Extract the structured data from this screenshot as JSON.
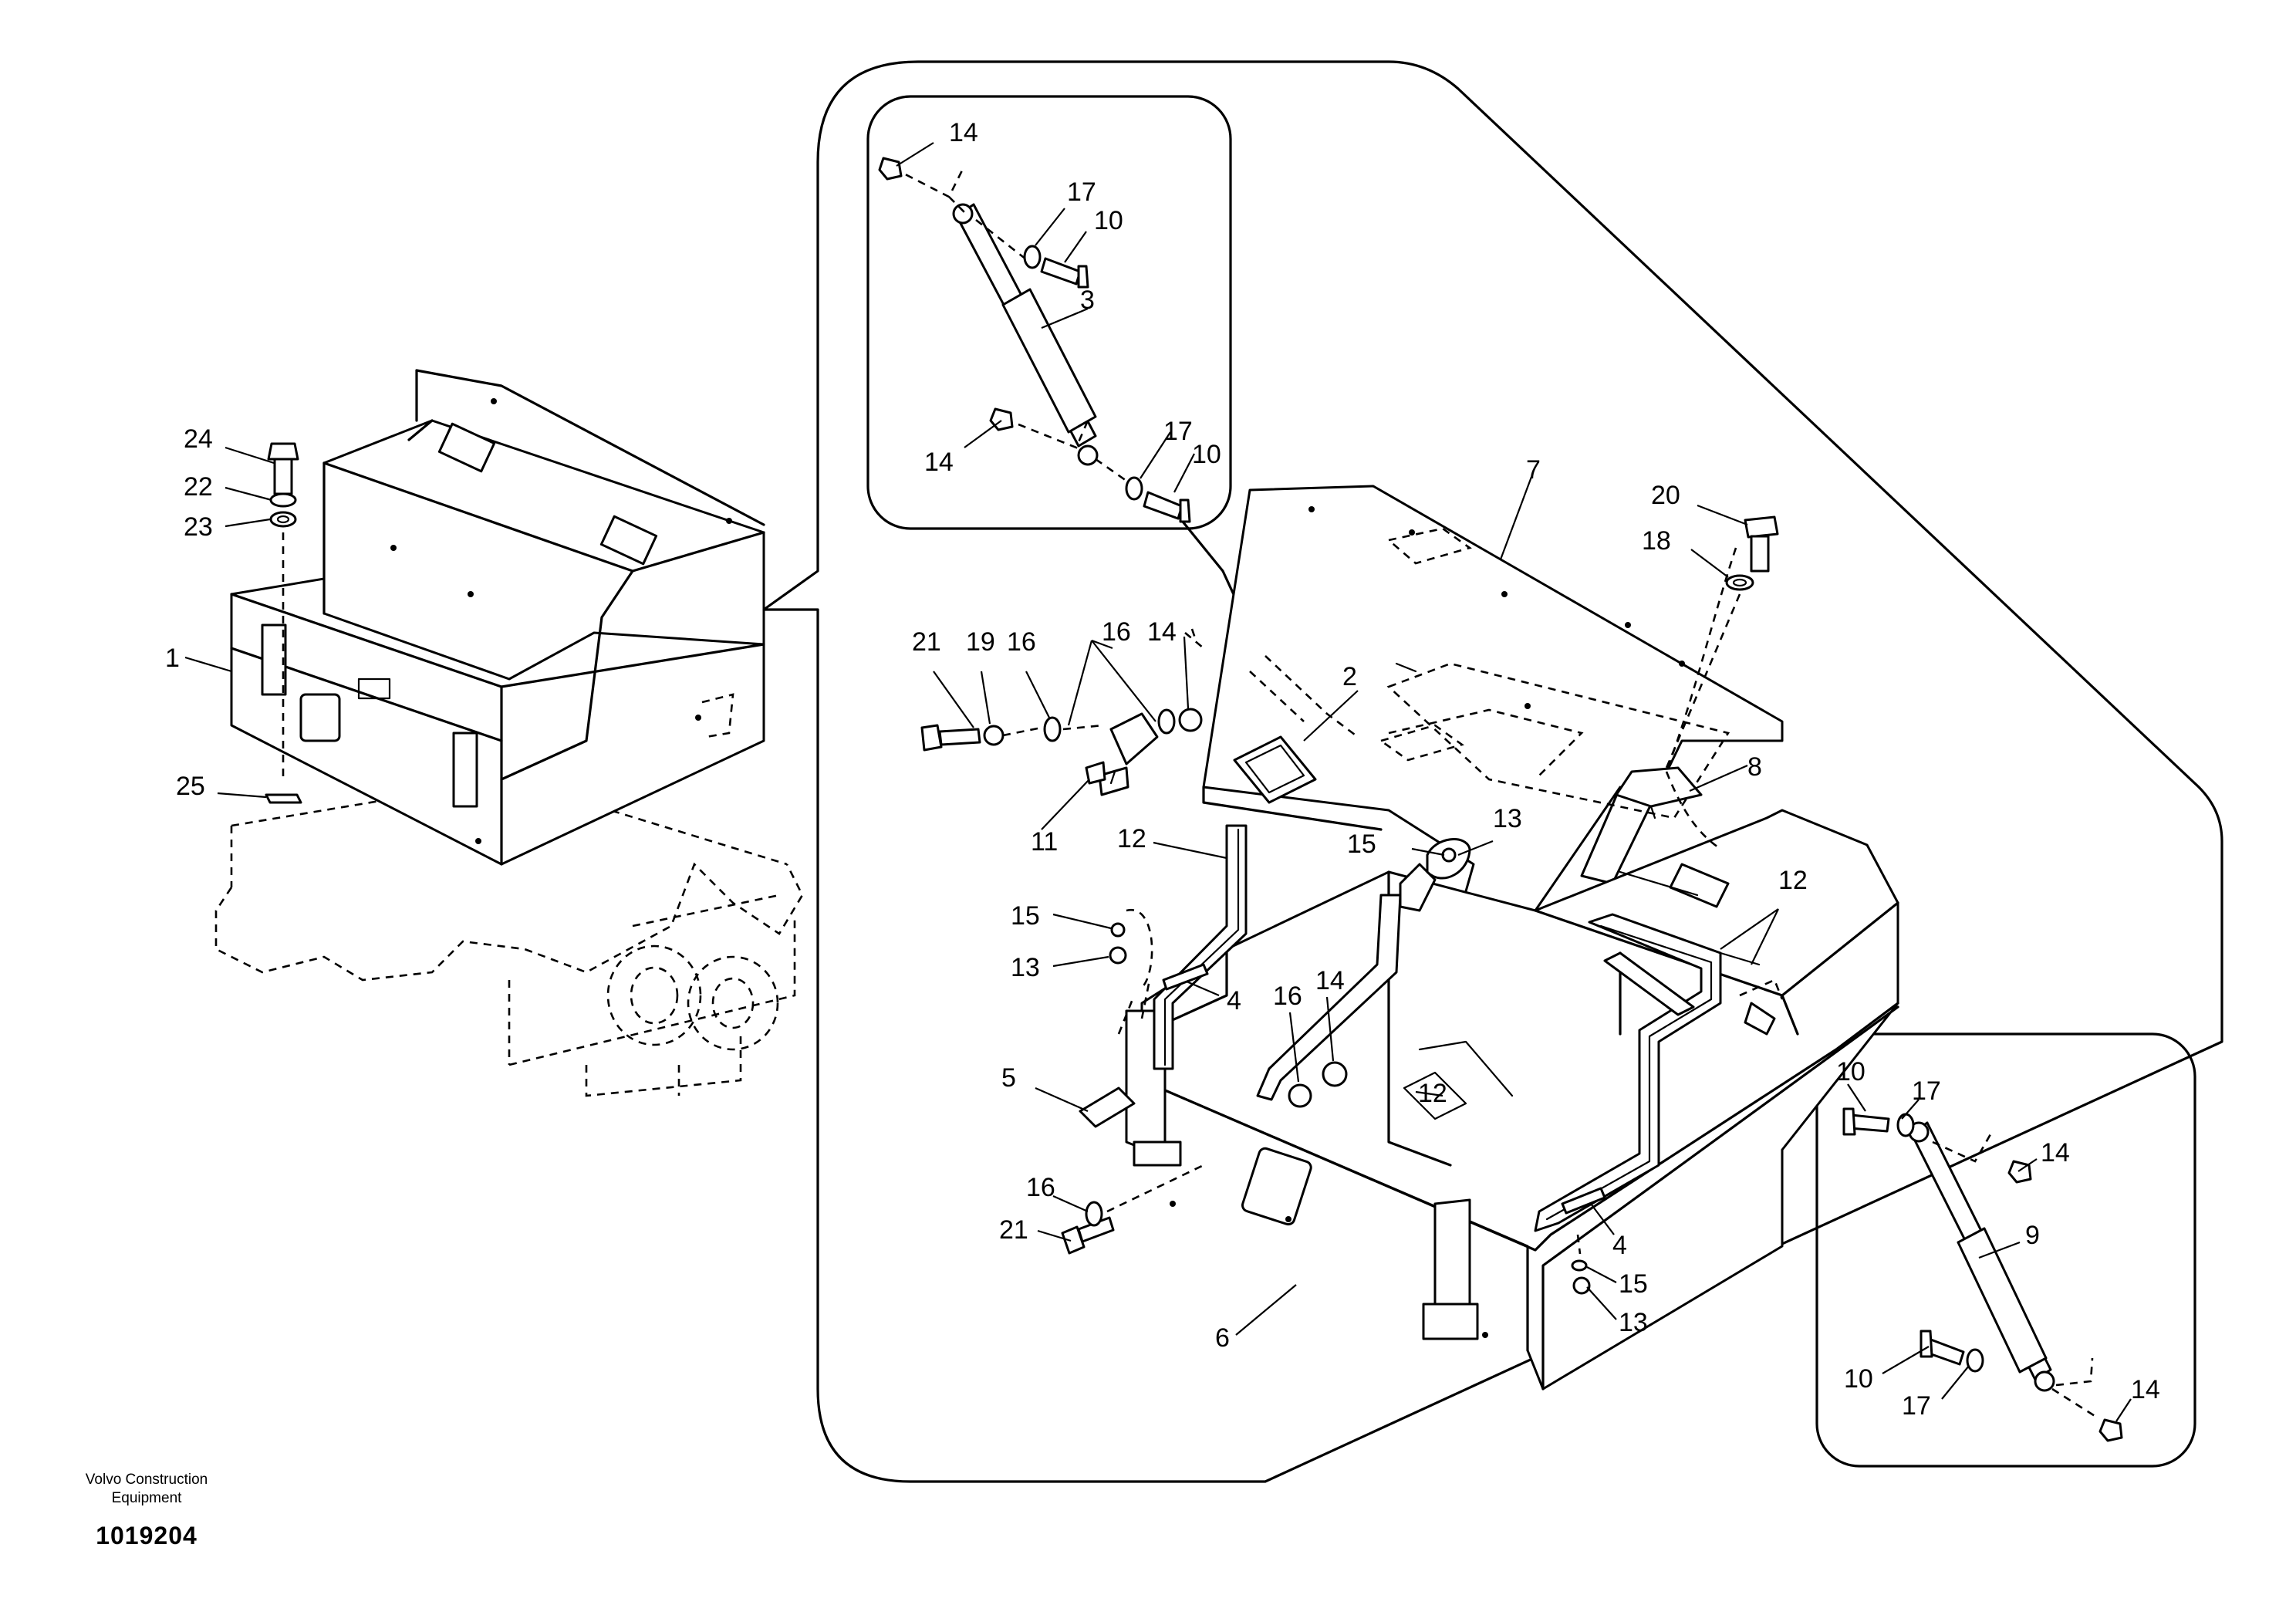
{
  "caption": {
    "company_line1": "Volvo Construction",
    "company_line2": "Equipment",
    "document_number": "1019204"
  },
  "part_labels": {
    "n1": "1",
    "n2": "2",
    "n3": "3",
    "n4": "4",
    "n5": "5",
    "n6": "6",
    "n7": "7",
    "n8": "8",
    "n9": "9",
    "n10": "10",
    "n11": "11",
    "n12": "12",
    "n13": "13",
    "n14": "14",
    "n15": "15",
    "n16": "16",
    "n17": "17",
    "n18": "18",
    "n19": "19",
    "n20": "20",
    "n21": "21",
    "n22": "22",
    "n23": "23",
    "n24": "24",
    "n25": "25"
  }
}
